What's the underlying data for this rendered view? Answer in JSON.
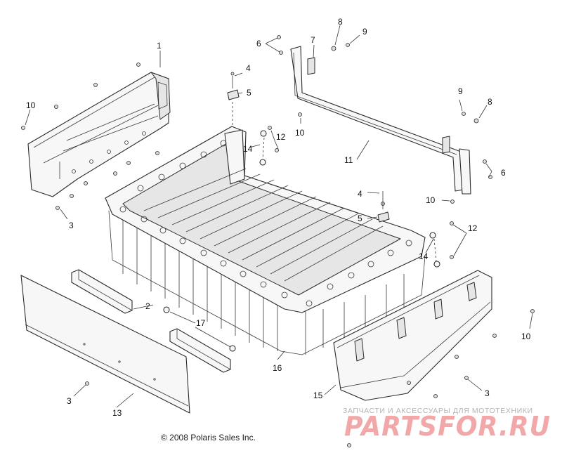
{
  "diagram": {
    "copyright": "© 2008 Polaris Sales Inc.",
    "watermark_top": "ЗАПЧАСТИ И АКСЕССУАРЫ ДЛЯ МОТОТЕХНИКИ",
    "watermark_logo": "PARTSFOR.RU",
    "colors": {
      "line": "#2a2a2a",
      "fill": "#f7f7f7",
      "watermark_text": "#b3b3b3",
      "watermark_logo": "#f2a8a8"
    },
    "callouts": {
      "c1": "1",
      "c2": "2",
      "c3a": "3",
      "c3b": "3",
      "c3c": "3",
      "c4a": "4",
      "c4b": "4",
      "c5a": "5",
      "c5b": "5",
      "c6a": "6",
      "c6b": "6",
      "c7": "7",
      "c8a": "8",
      "c8b": "8",
      "c9a": "9",
      "c9b": "9",
      "c10a": "10",
      "c10b": "10",
      "c10c": "10",
      "c10d": "10",
      "c11": "11",
      "c12a": "12",
      "c12b": "12",
      "c13": "13",
      "c14a": "14",
      "c14b": "14",
      "c15": "15",
      "c16": "16",
      "c17": "17"
    }
  }
}
